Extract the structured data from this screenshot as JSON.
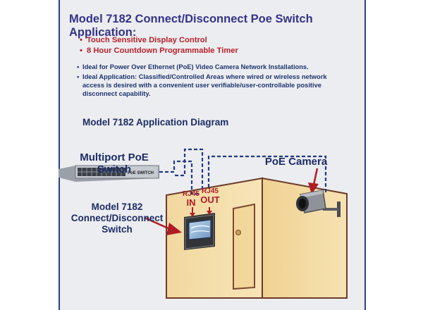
{
  "title": "Model 7182 Connect/Disconnect Poe Switch Application:",
  "features": [
    "Touch Sensitive Display Control",
    "8 Hour Countdown Programmable Timer"
  ],
  "notes": [
    "Ideal for Power Over Ethernet (PoE) Video Camera Network Installations.",
    "Ideal Application: Classified/Controlled Areas where wired or wireless network access is desired with a convenient user verifiable/user-controllable positive disconnect capability."
  ],
  "diagram": {
    "title": "Model 7182 Application Diagram",
    "switch_label": "Multiport PoE Switch",
    "switch_badge": "PoE SWITCH",
    "camera_label": "PoE Camera",
    "device_label": [
      "Model 7182",
      "Connect/Disconnect",
      "Switch"
    ],
    "port_in": [
      "RJ45",
      "IN"
    ],
    "port_out": [
      "RJ45",
      "OUT"
    ]
  },
  "colors": {
    "title": "#34338a",
    "accent_red": "#b8202a",
    "wall": "#f4dca6",
    "panel_bg": "#ecedf0"
  }
}
